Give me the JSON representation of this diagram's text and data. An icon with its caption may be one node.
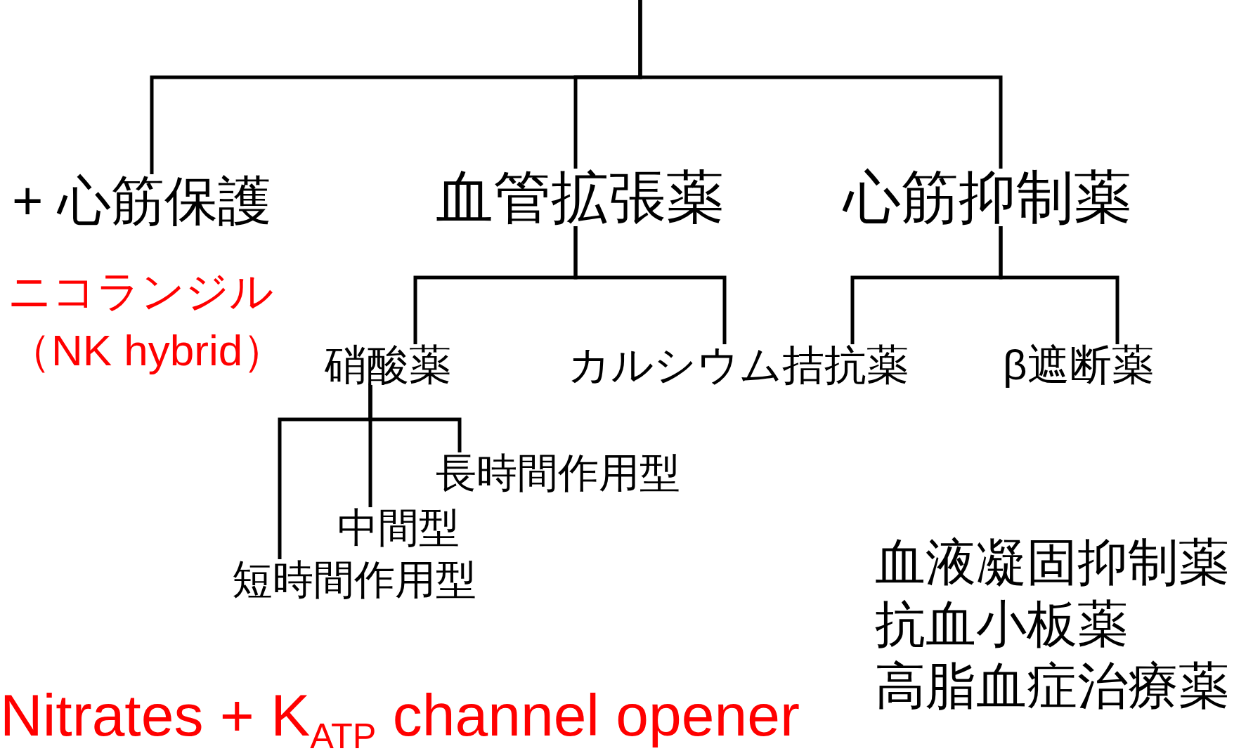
{
  "diagram": {
    "nodes": [
      {
        "text": [
          "+ 心筋保護"
        ]
      },
      {
        "text": [
          "血管拡張薬"
        ]
      },
      {
        "text": [
          "心筋抑制薬"
        ]
      },
      {
        "text": [
          "硝酸薬"
        ]
      },
      {
        "text": [
          "カルシウム拮抗薬"
        ]
      },
      {
        "text": [
          "β遮断薬"
        ]
      },
      {
        "text": [
          "長時間作用型"
        ]
      },
      {
        "text": [
          "中間型"
        ]
      },
      {
        "text": [
          "短時間作用型"
        ]
      }
    ],
    "edges": [
      {
        "from": null,
        "to": 0,
        "arrow": "none"
      },
      {
        "from": null,
        "to": 1,
        "arrow": "none"
      },
      {
        "from": null,
        "to": 2,
        "arrow": "none"
      },
      {
        "from": 1,
        "to": 3,
        "arrow": "none"
      },
      {
        "from": 1,
        "to": 4,
        "arrow": "none"
      },
      {
        "from": 2,
        "to": 4,
        "arrow": "none"
      },
      {
        "from": 2,
        "to": 5,
        "arrow": "none"
      },
      {
        "from": 3,
        "to": 6,
        "arrow": "none"
      },
      {
        "from": 3,
        "to": 7,
        "arrow": "none"
      },
      {
        "from": 3,
        "to": 8,
        "arrow": "none"
      }
    ],
    "labels": [
      "ニコランジル",
      "（NK hybrid）",
      "血液凝固抑制薬",
      "抗血小板薬",
      "高脂血症治療薬",
      "Nitrates + K$_{ATP}$ channel opener"
    ]
  }
}
